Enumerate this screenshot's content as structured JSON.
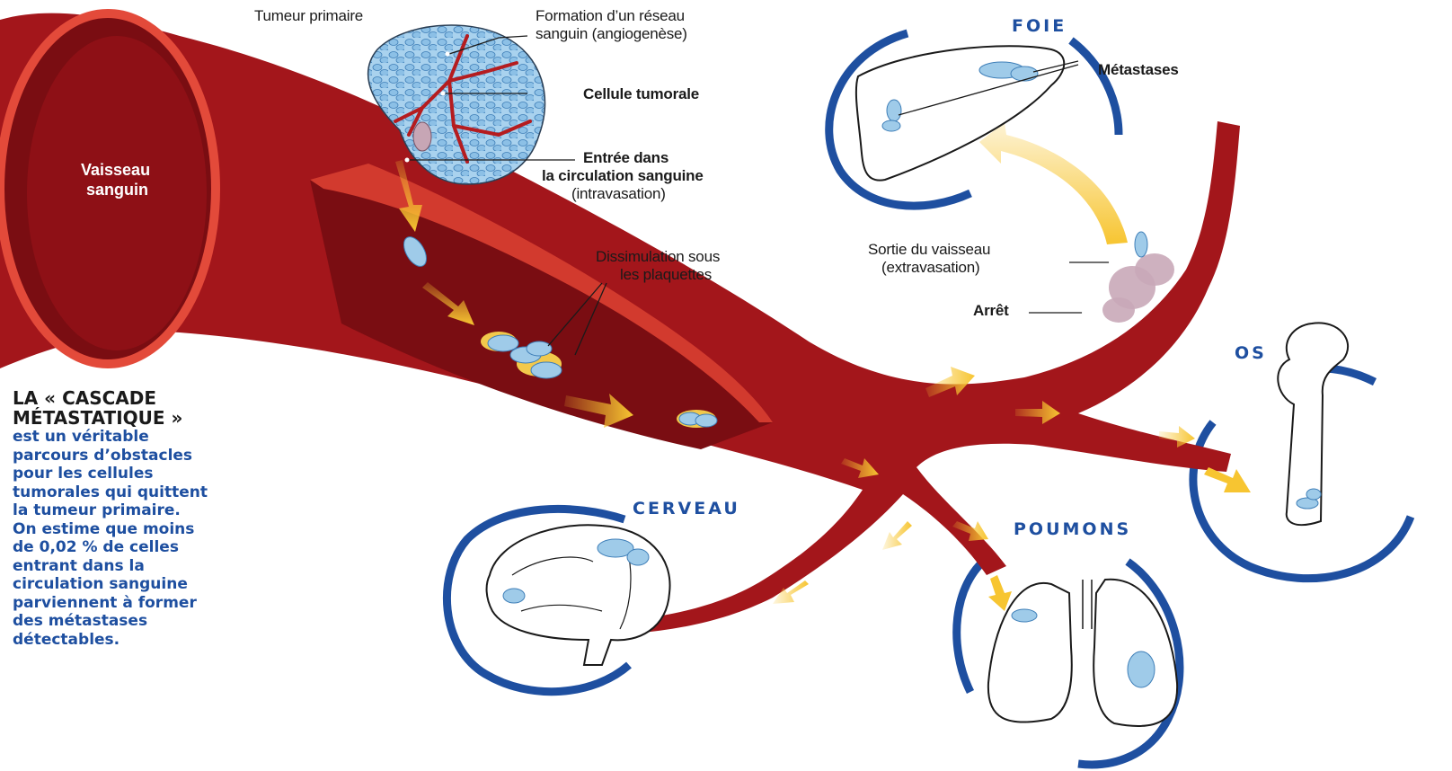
{
  "labels": {
    "primary_tumor": "Tumeur primaire",
    "angiogenesis_1": "Formation d’un réseau",
    "angiogenesis_2": "sanguin (angiogenèse)",
    "tumor_cell": "Cellule tumorale",
    "intravasation_1": "Entrée dans",
    "intravasation_2": "la circulation sanguine",
    "intravasation_3": "(intravasation)",
    "vessel_1": "Vaisseau",
    "vessel_2": "sanguin",
    "platelets_1": "Dissimulation sous",
    "platelets_2": "les plaquettes",
    "extravasation_1": "Sortie du vaisseau",
    "extravasation_2": "(extravasation)",
    "arrest": "Arrêt",
    "metastases": "Métastases"
  },
  "organs": {
    "liver": "FOIE",
    "bone": "OS",
    "brain": "CERVEAU",
    "lungs": "POUMONS"
  },
  "caption": {
    "heading_1": "LA « CASCADE",
    "heading_2": "MÉTASTATIQUE »",
    "body": [
      "est un véritable",
      "parcours d’obstacles",
      "pour les cellules",
      "tumorales qui quittent",
      "la tumeur primaire.",
      "On estime que moins",
      "de 0,02 % de celles",
      "entrant dans la",
      "circulation sanguine",
      "parviennent à former",
      "des métastases",
      "détectables."
    ]
  },
  "colors": {
    "vessel": "#a3161b",
    "vessel_dark": "#7a0d12",
    "vessel_highlight": "#e34a3a",
    "arrow": "#f7c531",
    "cell": "#9fcbe9",
    "organ_ring": "#1e4fa0",
    "caption_text": "#1e4fa0"
  }
}
